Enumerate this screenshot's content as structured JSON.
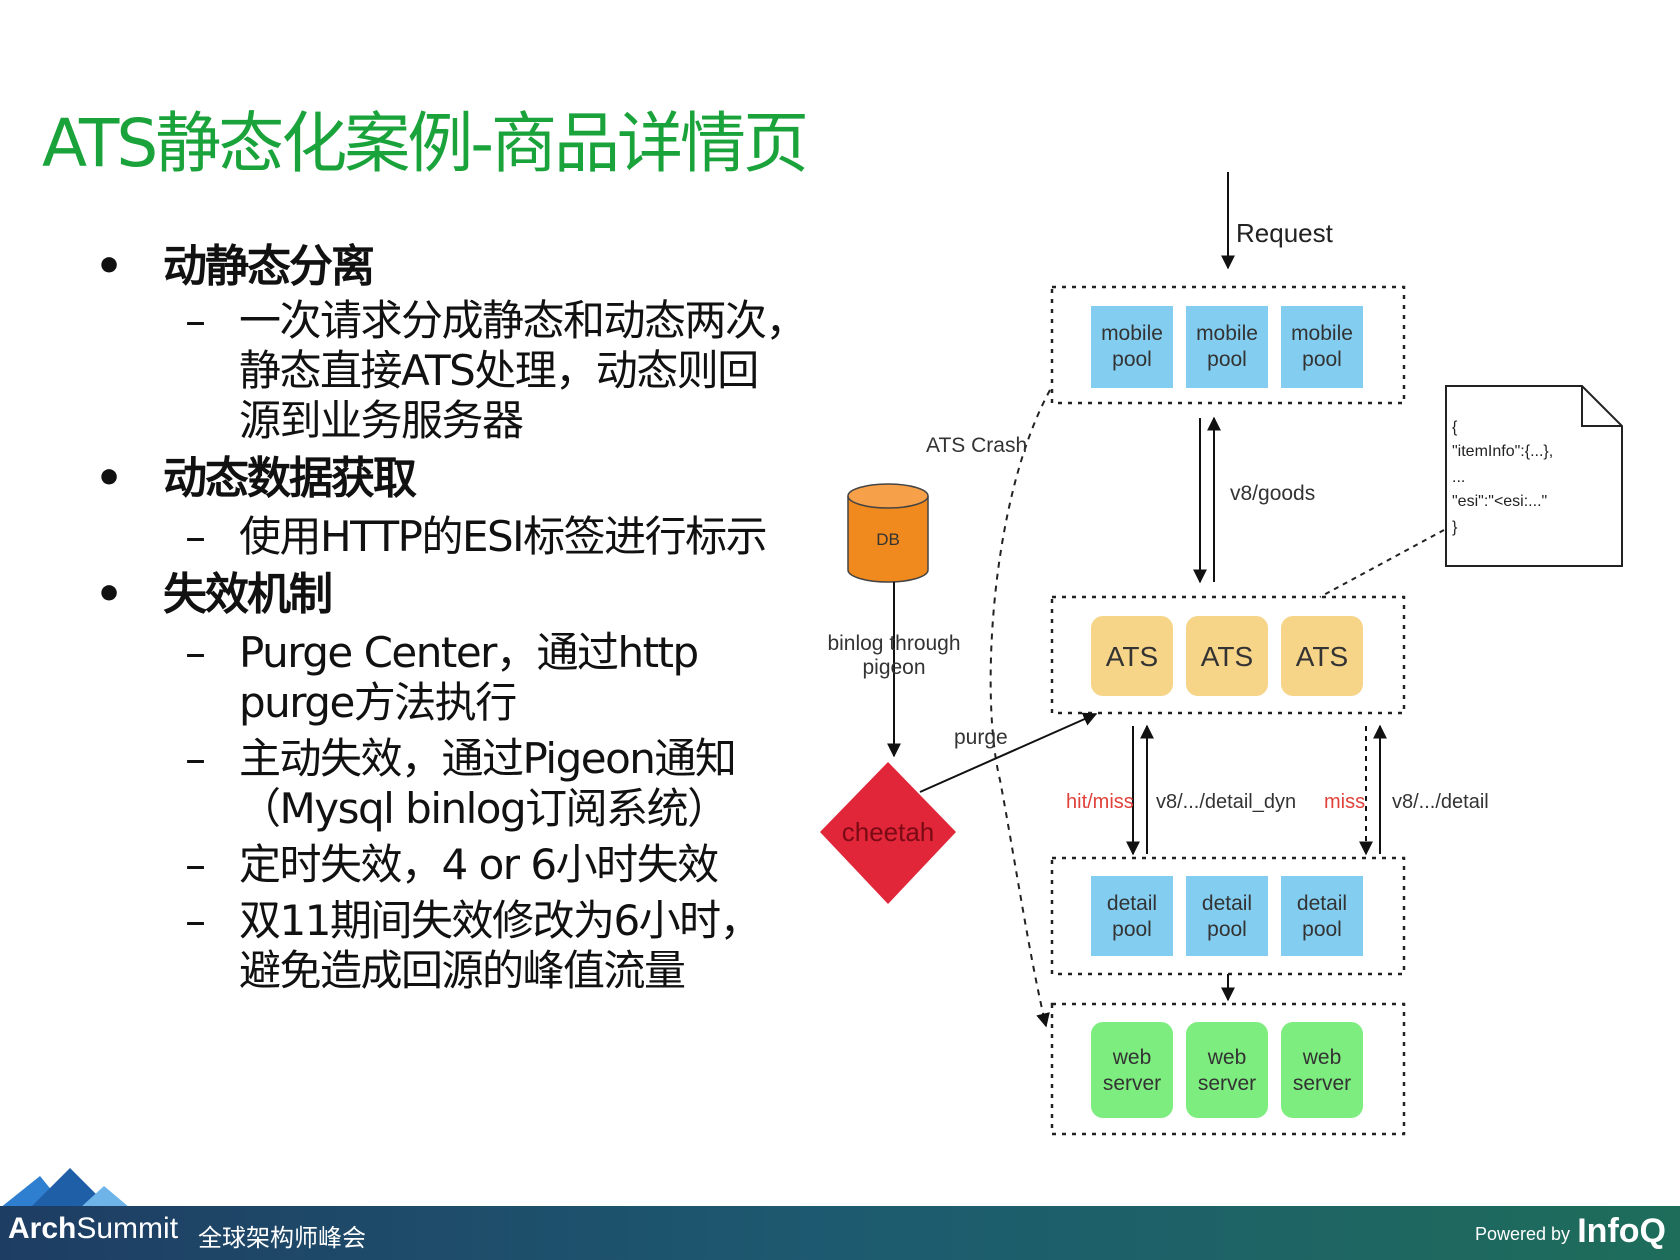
{
  "slide": {
    "title": "ATS静态化案例-商品详情页",
    "bullets": [
      {
        "label": "动静态分离",
        "subs": [
          {
            "lines": [
              "一次请求分成静态和动态两次，",
              "静态直接ATS处理，动态则回",
              "源到业务服务器"
            ]
          }
        ]
      },
      {
        "label": "动态数据获取",
        "subs": [
          {
            "lines": [
              "使用HTTP的ESI标签进行标示"
            ]
          }
        ]
      },
      {
        "label": "失效机制",
        "subs": [
          {
            "lines": [
              "Purge Center，通过http",
              "purge方法执行"
            ]
          },
          {
            "lines": [
              "主动失效，通过Pigeon通知",
              "（Mysql binlog订阅系统）"
            ]
          },
          {
            "lines": [
              "定时失效，4 or 6小时失效"
            ]
          },
          {
            "lines": [
              "双11期间失效修改为6小时，",
              "避免造成回源的峰值流量"
            ]
          }
        ]
      }
    ]
  },
  "diagram": {
    "request": "Request",
    "mobile_pool": "mobile pool",
    "ats": "ATS",
    "detail_pool": "detail pool",
    "web_server": "web server",
    "db": "DB",
    "cheetah": "cheetah",
    "ats_crash": "ATS Crash",
    "v8_goods": "v8/goods",
    "binlog_through_pigeon": [
      "binlog through",
      "pigeon"
    ],
    "purge": "purge",
    "hit_miss": "hit/miss",
    "v8_detail_dyn": "v8/.../detail_dyn",
    "miss": "miss",
    "v8_detail": "v8/.../detail",
    "note_lines": [
      "{",
      "\"itemInfo\":{...},",
      "...",
      "\"esi\":\"<esi:...\"",
      "}"
    ],
    "colors": {
      "pool": "#82cdf0",
      "ats": "#f6d488",
      "web": "#7ded7f",
      "db": "#f08a1e",
      "cheetah": "#e2263a",
      "red_label": "#e0423a"
    }
  },
  "footer": {
    "brand_bold": "Arch",
    "brand_rest": "Summit",
    "brand_cn": "全球架构师峰会",
    "powered_by": "Powered by",
    "infoq": "InfoQ"
  }
}
